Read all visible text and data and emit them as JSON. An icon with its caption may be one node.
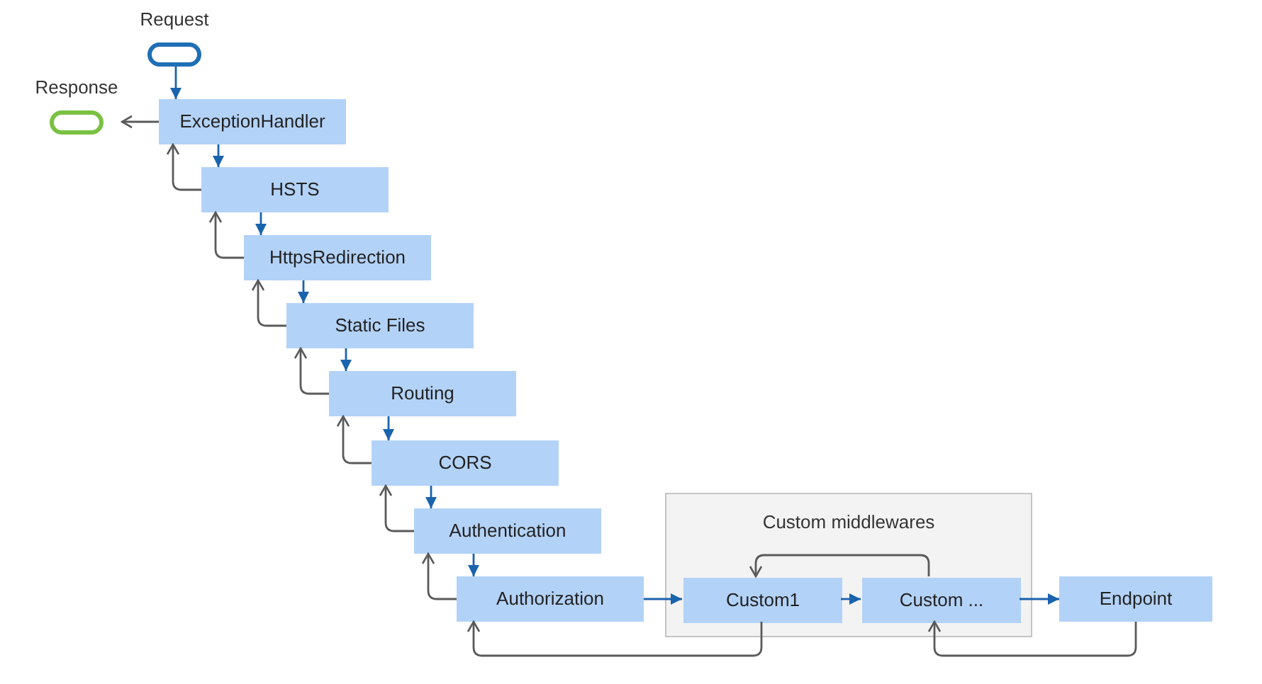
{
  "diagram": {
    "nodes": [
      {
        "text": [
          "Request"
        ]
      },
      {
        "text": [
          "Response"
        ]
      },
      {
        "text": [
          "ExceptionHandler"
        ]
      },
      {
        "text": [
          "HSTS"
        ]
      },
      {
        "text": [
          "HttpsRedirection"
        ]
      },
      {
        "text": [
          "Static Files"
        ]
      },
      {
        "text": [
          "Routing"
        ]
      },
      {
        "text": [
          "CORS"
        ]
      },
      {
        "text": [
          "Authentication"
        ]
      },
      {
        "text": [
          "Authorization"
        ]
      },
      {
        "text": [
          "Custom middlewares"
        ]
      },
      {
        "text": [
          "Custom1"
        ],
        "in": 10
      },
      {
        "text": [
          "Custom ..."
        ],
        "in": 10
      },
      {
        "text": [
          "Endpoint"
        ]
      }
    ],
    "edges": [
      {
        "from": 0,
        "to": 2,
        "arrow": "to",
        "color": "#1a63ad"
      },
      {
        "from": 2,
        "to": 1,
        "arrow": "to"
      },
      {
        "from": 2,
        "to": 3,
        "arrow": "to",
        "color": "#1a63ad"
      },
      {
        "from": 3,
        "to": 2,
        "arrow": "to"
      },
      {
        "from": 3,
        "to": 4,
        "arrow": "to",
        "color": "#1a63ad"
      },
      {
        "from": 4,
        "to": 3,
        "arrow": "to"
      },
      {
        "from": 4,
        "to": 5,
        "arrow": "to",
        "color": "#1a63ad"
      },
      {
        "from": 5,
        "to": 4,
        "arrow": "to"
      },
      {
        "from": 5,
        "to": 6,
        "arrow": "to",
        "color": "#1a63ad"
      },
      {
        "from": 6,
        "to": 5,
        "arrow": "to"
      },
      {
        "from": 6,
        "to": 7,
        "arrow": "to",
        "color": "#1a63ad"
      },
      {
        "from": 7,
        "to": 6,
        "arrow": "to"
      },
      {
        "from": 7,
        "to": 8,
        "arrow": "to",
        "color": "#1a63ad"
      },
      {
        "from": 8,
        "to": 7,
        "arrow": "to"
      },
      {
        "from": 8,
        "to": 9,
        "arrow": "to",
        "color": "#1a63ad"
      },
      {
        "from": 9,
        "to": 8,
        "arrow": "to"
      },
      {
        "from": 9,
        "to": 11,
        "arrow": "to",
        "color": "#1a63ad"
      },
      {
        "from": 11,
        "to": 9,
        "arrow": "to"
      },
      {
        "from": 11,
        "to": 12,
        "arrow": "to",
        "color": "#1a63ad"
      },
      {
        "from": 12,
        "to": 11,
        "arrow": "to"
      },
      {
        "from": 12,
        "to": 13,
        "arrow": "to",
        "color": "#1a63ad"
      },
      {
        "from": 13,
        "to": 12,
        "arrow": "to"
      }
    ]
  }
}
